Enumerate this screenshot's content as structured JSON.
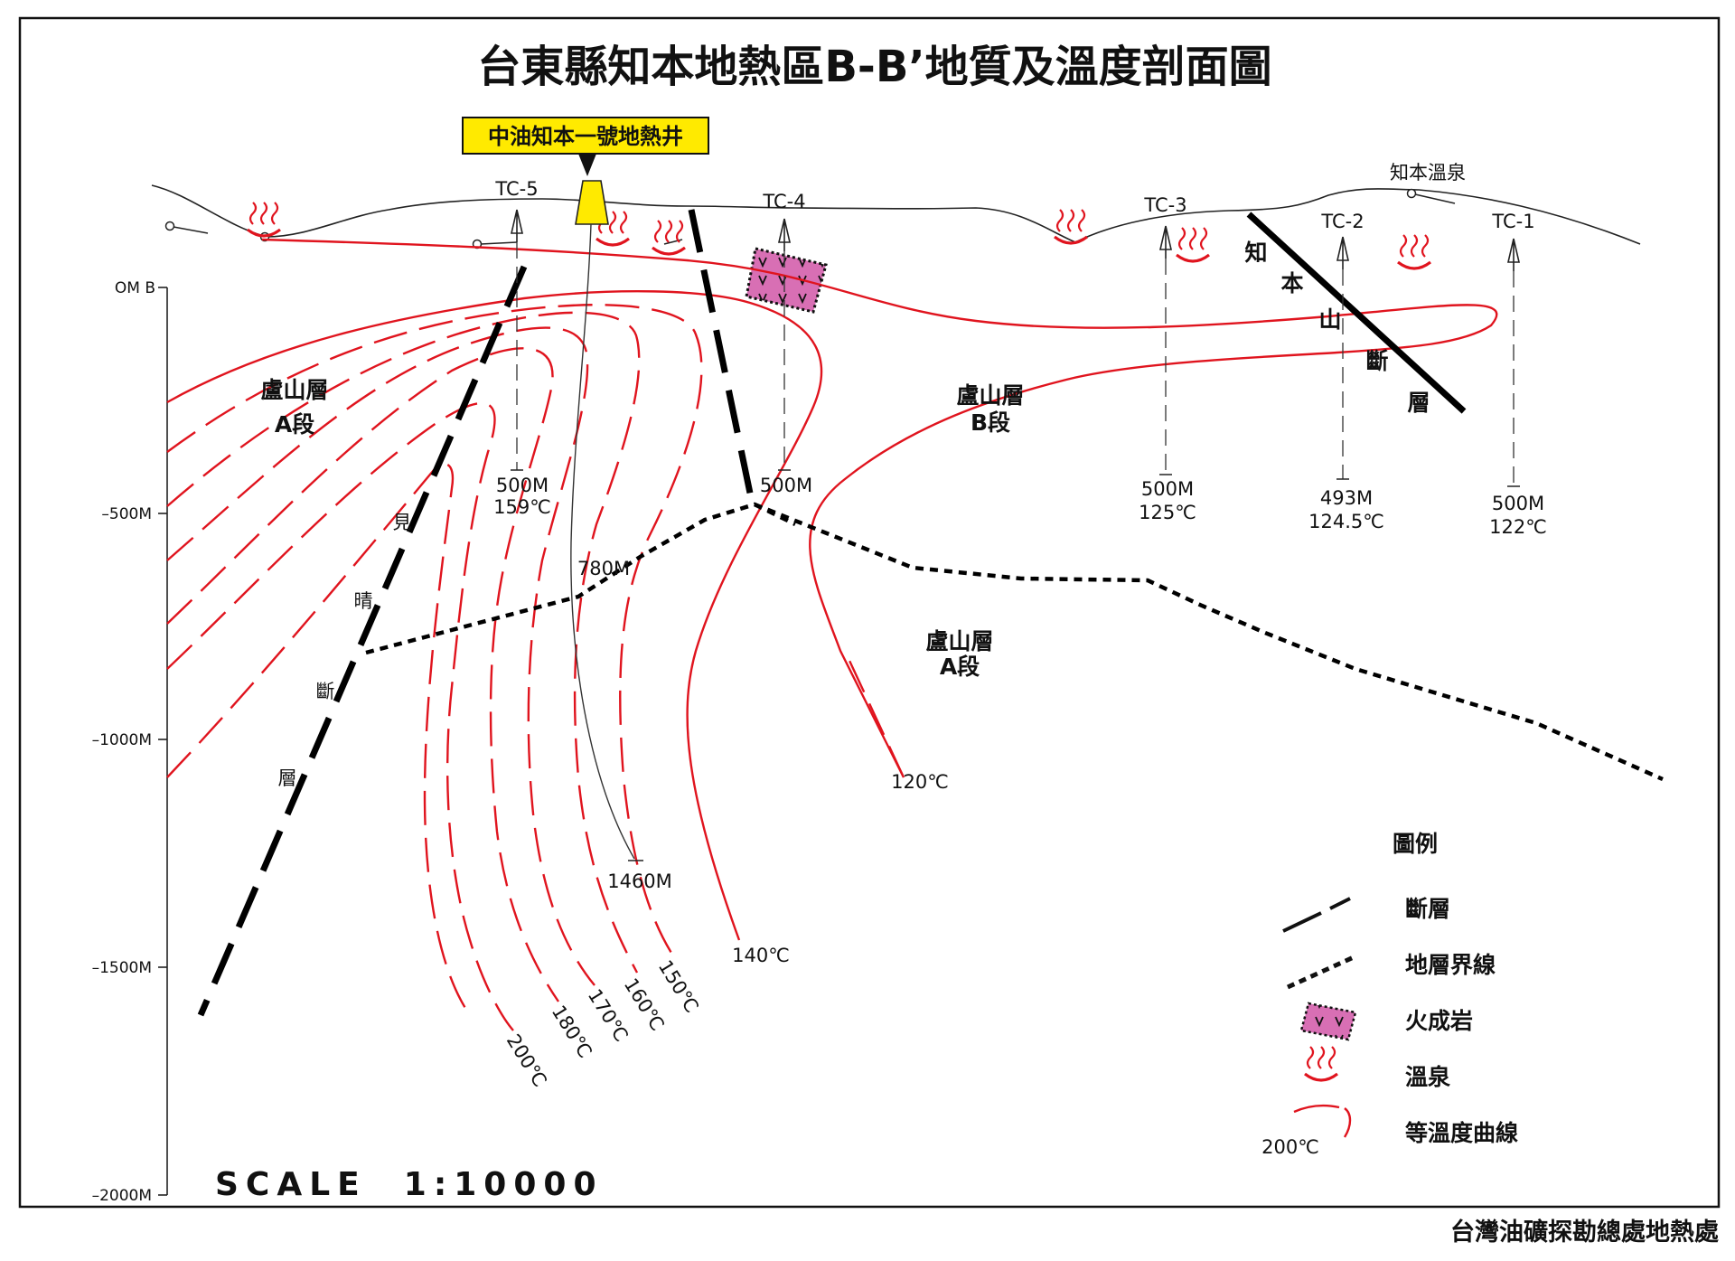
{
  "title": "台東縣知本地熱區B-B’地質及溫度剖面圖",
  "callout": "中油知本一號地熱井",
  "credit": "台灣油礦探勘總處地熱處",
  "scale": "SCALE  1:10000",
  "depth_axis": {
    "ticks": [
      "OM B",
      "–500M",
      "–1000M",
      "–1500M",
      "–2000M"
    ]
  },
  "wells": [
    {
      "name": "TC-5",
      "depth": "500M",
      "temp": "159℃"
    },
    {
      "name": "TC-4",
      "depth": "500M",
      "temp": ""
    },
    {
      "name": "TC-3",
      "depth": "500M",
      "temp": "125℃"
    },
    {
      "name": "TC-2",
      "depth": "493M",
      "temp": "124.5℃"
    },
    {
      "name": "TC-1",
      "depth": "500M",
      "temp": "122℃"
    }
  ],
  "deep_well": {
    "mid_depth": "780M",
    "total_depth": "1460M"
  },
  "hot_spring_name": "知本溫泉",
  "formations": [
    {
      "line1": "盧山層",
      "line2": "A段"
    },
    {
      "line1": "盧山層",
      "line2": "B段"
    },
    {
      "line1": "盧山層",
      "line2": "A段"
    }
  ],
  "faults": {
    "jianqing": [
      "見",
      "晴",
      "斷",
      "層"
    ],
    "zhiben": [
      "知",
      "本",
      "山",
      "斷",
      "層"
    ]
  },
  "isotherms": [
    "200℃",
    "180℃",
    "170℃",
    "160℃",
    "150℃",
    "140℃",
    "120℃"
  ],
  "legend": {
    "title": "圖例",
    "items": [
      {
        "icon": "fault-line-icon",
        "label": "斷層"
      },
      {
        "icon": "formation-boundary-icon",
        "label": "地層界線"
      },
      {
        "icon": "igneous-rock-icon",
        "label": "火成岩"
      },
      {
        "icon": "hot-spring-icon",
        "label": "溫泉"
      },
      {
        "icon": "isotherm-icon",
        "label": "等溫度曲線",
        "sample": "200℃"
      }
    ]
  },
  "colors": {
    "isotherm": "#e0141e",
    "igneous": "#d86fb4",
    "callout_fill": "#ffea00",
    "hot_spring": "#e0141e"
  }
}
